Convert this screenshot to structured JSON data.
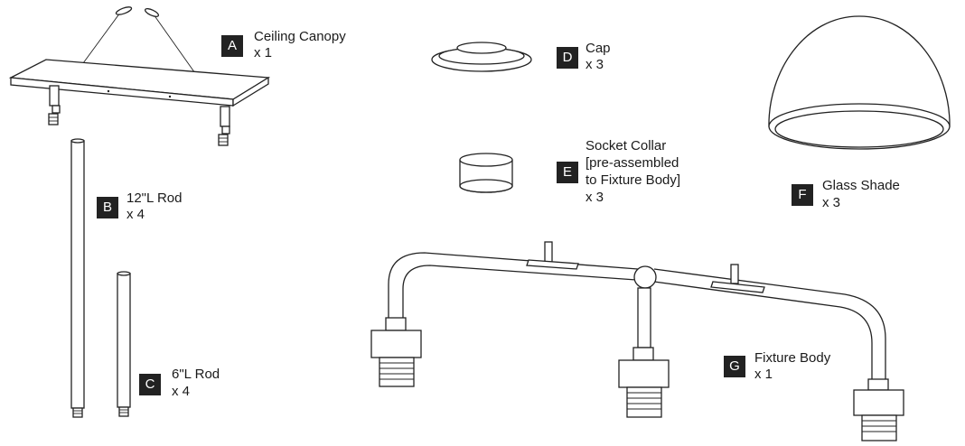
{
  "parts": [
    {
      "letter": "A",
      "name": "Ceiling Canopy",
      "qty": "x  1"
    },
    {
      "letter": "B",
      "name": "12\"L Rod",
      "qty": "x 4"
    },
    {
      "letter": "C",
      "name": "6\"L Rod",
      "qty": "x 4"
    },
    {
      "letter": "D",
      "name": "Cap",
      "qty": "x  3"
    },
    {
      "letter": "E",
      "name_lines": [
        "Socket Collar",
        "[pre-assembled",
        "to Fixture Body]"
      ],
      "qty": "x  3"
    },
    {
      "letter": "F",
      "name": "Glass Shade",
      "qty": "x  3"
    },
    {
      "letter": "G",
      "name": "Fixture Body",
      "qty": "x  1"
    }
  ]
}
